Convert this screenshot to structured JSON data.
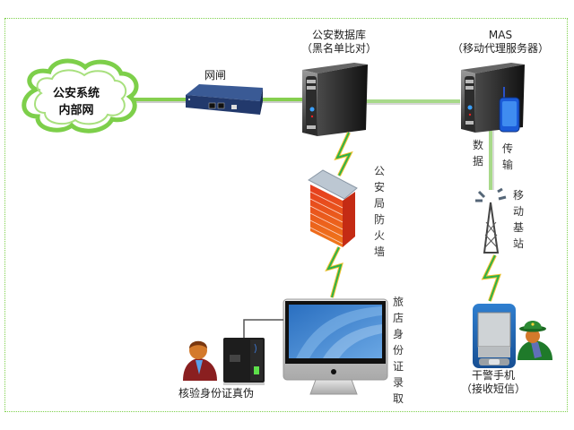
{
  "diagram": {
    "nodes": {
      "cloud": {
        "label_line1": "公安系统",
        "label_line2": "内部网"
      },
      "gateway": {
        "label": "网闸"
      },
      "db_server": {
        "label_line1": "公安数据库",
        "label_line2": "（黑名单比对）"
      },
      "mas_server": {
        "label_line1": "MAS",
        "label_line2": "（移动代理服务器）"
      },
      "firewall": {
        "label": "公安局防火墙"
      },
      "data_transfer": {
        "label_left": "数据",
        "label_right": "传输"
      },
      "base_station": {
        "label": "移动基站"
      },
      "hotel_pc": {
        "label": "旅店身份证录取"
      },
      "id_verify": {
        "label": "核验身份证真伪"
      },
      "police_phone": {
        "label_line1": "干警手机",
        "label_line2": "（接收短信）"
      }
    },
    "connections": [
      {
        "from": "cloud",
        "to": "gateway",
        "type": "wired"
      },
      {
        "from": "gateway",
        "to": "db_server",
        "type": "wired"
      },
      {
        "from": "db_server",
        "to": "mas_server",
        "type": "wired"
      },
      {
        "from": "db_server",
        "to": "firewall",
        "type": "wireless"
      },
      {
        "from": "firewall",
        "to": "hotel_pc",
        "type": "wireless"
      },
      {
        "from": "mas_server",
        "to": "base_station",
        "type": "wired"
      },
      {
        "from": "base_station",
        "to": "police_phone",
        "type": "wireless"
      },
      {
        "from": "id_verify",
        "to": "hotel_pc",
        "type": "cable"
      }
    ],
    "colors": {
      "link": "#86cf4f",
      "frame": "#7ed04b",
      "bolt": "#2db14a",
      "bolt_edge": "#f2c12e"
    }
  }
}
